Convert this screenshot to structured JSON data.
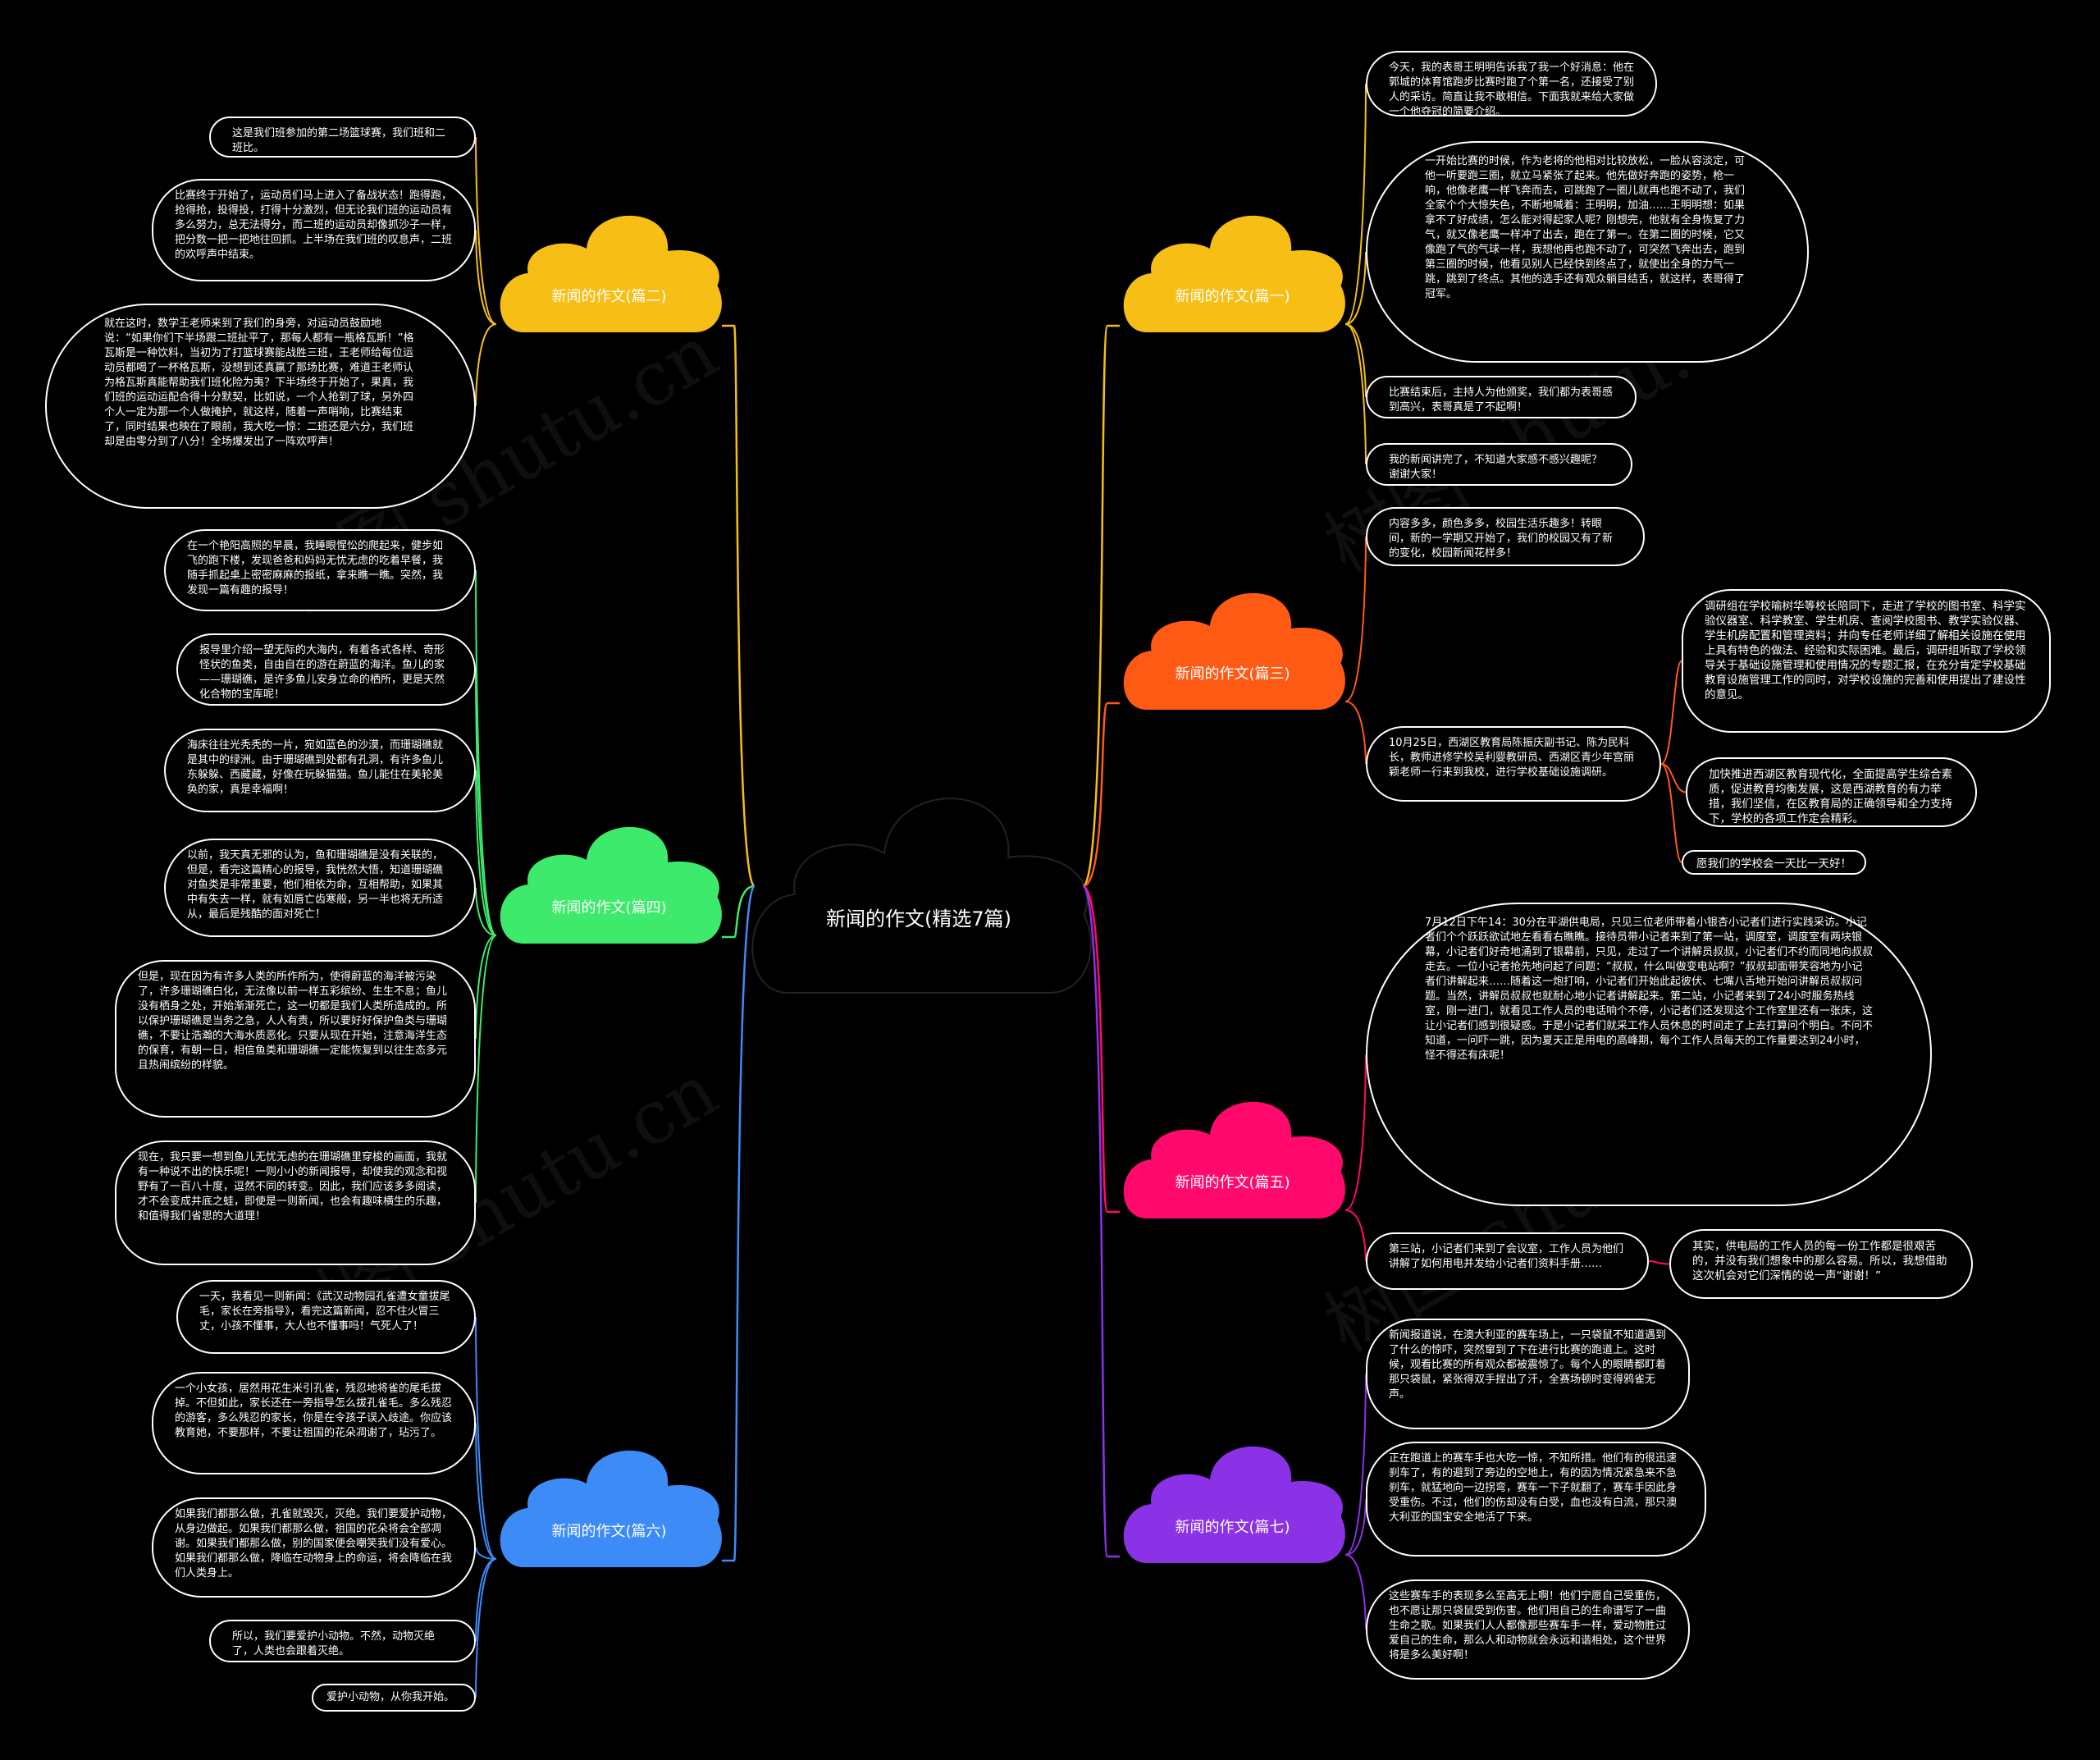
{
  "title": "新闻的作文(精选7篇)",
  "watermark": "树图 shutu.cn",
  "branches": [
    {
      "id": "b1",
      "label": "新闻的作文(篇一)",
      "color": "#f7be16",
      "leaves": [
        "今天，我的表哥王明明告诉我了我一个好消息：他在郭城的体育馆跑步比赛时跑了个第一名，还接受了别人的采访。简直让我不敢相信。下面我就来给大家做一个他夺冠的简要介绍。",
        "一开始比赛的时候，作为老将的他相对比较放松，一脸从容淡定，可他一听要跑三圈，就立马紧张了起来。他先做好奔跑的姿势，枪一响，他像老鹰一样飞奔而去，可跳跑了一圈儿就再也跑不动了，我们全家个个大惊失色，不断地喊着：王明明，加油……王明明想：如果拿不了好成绩，怎么能对得起家人呢？刚想完，他就有全身恢复了力气，就又像老鹰一样冲了出去，跑在了第一。在第二圈的时候，它又像跑了气的气球一样，我想他再也跑不动了，可突然飞奔出去，跑到第三圈的时候，他看见别人已经快到终点了，就使出全身的力气一跳，跳到了终点。其他的选手还有观众躺目结舌，就这样，表哥得了冠军。",
        "比赛结束后，主持人为他颁奖，我们都为表哥感到高兴，表哥真是了不起啊！",
        "我的新闻讲完了，不知道大家感不感兴趣呢？谢谢大家！"
      ]
    },
    {
      "id": "b2",
      "label": "新闻的作文(篇二)",
      "color": "#f7be16",
      "leaves": [
        "这是我们班参加的第二场篮球赛，我们班和二班比。",
        "比赛终于开始了，运动员们马上进入了备战状态！跑得跑，抢得抢，投得投，打得十分激烈，但无论我们班的运动员有多么努力，总无法得分，而二班的运动员却像抓沙子一样，把分数一把一把地往回抓。上半场在我们班的叹息声，二班的欢呼声中结束。",
        "就在这时，数学王老师来到了我们的身旁，对运动员鼓励地说：“如果你们下半场跟二班扯平了，那每人都有一瓶格瓦斯！”格瓦斯是一种饮料，当初为了打篮球赛能战胜三班，王老师给每位运动员都喝了一杯格瓦斯，没想到还真赢了那场比赛，难道王老师认为格瓦斯真能帮助我们班化险为夷？下半场终于开始了，果真，我们班的运动运配合得十分默契，比如说，一个人抢到了球，另外四个人一定为那一个人做掩护，就这样，随着一声哨响，比赛结束了，同时结果也映在了眼前，我大吃一惊：二班还是六分，我们班却是由零分到了八分！全场爆发出了一阵欢呼声！"
      ]
    },
    {
      "id": "b3",
      "label": "新闻的作文(篇三)",
      "color": "#fe5a14",
      "leaves": [
        "内容多多，颜色多多，校园生活乐趣多！转眼间，新的一学期又开始了，我们的校园又有了新的变化，校园新闻花样多！",
        "10月25日，西湖区教育局陈振庆副书记、陈为民科长，教师进修学校吴利婴教研员、西湖区青少年宫丽颖老师一行来到我校，进行学校基础设施调研。"
      ],
      "subleaves": [
        "调研组在学校喻树华等校长陪同下，走进了学校的图书室、科学实验仪器室、科学教室、学生机房、查阅学校图书、教学实验仪器、学生机房配置和管理资料；并向专任老师详细了解相关设施在使用上具有特色的做法、经验和实际困难。最后，调研组听取了学校领导关于基础设施管理和使用情况的专题汇报，在充分肯定学校基础教育设施管理工作的同时，对学校设施的完善和使用提出了建设性的意见。",
        "加快推进西湖区教育现代化，全面提高学生综合素质，促进教育均衡发展，这是西湖教育的有力举措，我们坚信，在区教育局的正确领导和全力支持下，学校的各项工作定会精彩。",
        "愿我们的学校会一天比一天好！"
      ]
    },
    {
      "id": "b4",
      "label": "新闻的作文(篇四)",
      "color": "#3dea6c",
      "leaves": [
        "在一个艳阳高照的早晨，我睡眼惺忪的爬起来，健步如飞的跑下楼，发现爸爸和妈妈无忧无虑的吃着早餐，我随手抓起桌上密密麻麻的报纸，拿来瞧一瞧。突然，我发现一篇有趣的报导！",
        "报导里介绍一望无际的大海内，有着各式各样、奇形怪状的鱼类，自由自在的游在蔚蓝的海洋。鱼儿的家——珊瑚礁，是许多鱼儿安身立命的栖所，更是天然化合物的宝库呢！",
        "海床往往光秃秃的一片，宛如蓝色的沙漠，而珊瑚礁就是其中的绿洲。由于珊瑚礁到处都有孔洞，有许多鱼儿东躲躲、西藏藏，好像在玩躲猫猫。鱼儿能住在美轮美奂的家，真是幸福啊！",
        "以前，我天真无邪的认为，鱼和珊瑚礁是没有关联的，但是，看完这篇精心的报导，我恍然大悟，知道珊瑚礁对鱼类是非常重要，他们相依为命，互相帮助，如果其中有失去一样，就有如唇亡齿寒般，另一半也将无所适从，最后是残酷的面对死亡！",
        "但是，现在因为有许多人类的所作所为，使得蔚蓝的海洋被污染了，许多珊瑚礁白化，无法像以前一样五彩缤纷、生生不息；鱼儿没有栖身之处，开始渐渐死亡，这一切都是我们人类所造成的。所以保护珊瑚礁是当务之急，人人有责，所以要好好保护鱼类与珊瑚礁，不要让浩瀚的大海水质恶化。只要从现在开始，注意海洋生态的保育，有朝一日，相信鱼类和珊瑚礁一定能恢复到以往生态多元且热闹缤纷的样貌。",
        "现在，我只要一想到鱼儿无忧无虑的在珊瑚礁里穿梭的画面，我就有一种说不出的快乐呢！一则小小的新闻报导，却使我的观念和视野有了一百八十度，逗然不同的转变。因此，我们应该多多阅读，才不会变成井底之蛙，即使是一则新闻，也会有趣味横生的乐趣，和值得我们省思的大道理！"
      ]
    },
    {
      "id": "b5",
      "label": "新闻的作文(篇五)",
      "color": "#ff0a6c",
      "leaves": [
        "7月12日下午14：30分在平湖供电局，只见三位老师带着小银杏小记者们进行实践采访。小记者们个个跃跃欲试地左看看右瞧瞧。接待员带小记者来到了第一站，调度室，调度室有两块银幕，小记者们好奇地涌到了银幕前，只见，走过了一个讲解员叔叔，小记者们不约而同地向叔叔走去。一位小记者抢先地问起了问题：“叔叔，什么叫做变电站啊？”叔叔却面带笑容地为小记者们讲解起来……随着这一炮打响，小记者们开始此起彼伏、七嘴八舌地开始问讲解员叔叔问题。当然，讲解员叔叔也就耐心地小记者讲解起来。第二站，小记者来到了24小时服务热线室，刚一进门，就看见工作人员的电话响个不停，小记者们还发现这个工作室里还有一张床，这让小记者们感到很疑惑。于是小记者们就采工作人员休息的时间走了上去打算问个明白。不问不知道，一问吓一跳，因为夏天正是用电的高峰期，每个工作人员每天的工作量要达到24小时，怪不得还有床呢！",
        "第三站，小记者们来到了会议室，工作人员为他们讲解了如何用电并发给小记者们资料手册……"
      ],
      "subleaves": [
        "其实，供电局的工作人员的每一份工作都是很艰苦的，并没有我们想象中的那么容易。所以，我想借助这次机会对它们深情的说一声“谢谢！”"
      ]
    },
    {
      "id": "b6",
      "label": "新闻的作文(篇六)",
      "color": "#3d8bf7",
      "leaves": [
        "一天，我看见一则新闻：《武汉动物园孔雀遭女童拔尾毛，家长在旁指导》，看完这篇新闻，忍不住火冒三丈，小孩不懂事，大人也不懂事吗！气死人了！",
        "一个小女孩，居然用花生米引孔雀，残忍地将雀的尾毛拔掉。不但如此，家长还在一旁指导怎么拔孔雀毛。多么残忍的游客，多么残忍的家长，你是在令孩子误入歧途。你应该教育她，不要那样，不要让祖国的花朵凋谢了，玷污了。",
        "如果我们都那么做，孔雀就毁灭，灭绝。我们要爱护动物，从身边做起。如果我们都那么做，祖国的花朵将会全部凋谢。如果我们都那么做，别的国家便会嘲笑我们没有爱心。如果我们都那么做，降临在动物身上的命运，将会降临在我们人类身上。",
        "所以，我们要爱护小动物。不然，动物灭绝了，人类也会跟着灭绝。",
        "爱护小动物，从你我开始。"
      ]
    },
    {
      "id": "b7",
      "label": "新闻的作文(篇七)",
      "color": "#8b32e6",
      "leaves": [
        "新闻报道说，在澳大利亚的赛车场上，一只袋鼠不知道遇到了什么的惊吓，突然窜到了下在进行比赛的跑道上。这时候，观看比赛的所有观众都被震惊了。每个人的眼睛都盯着那只袋鼠，紧张得双手捏出了汗，全赛场顿时变得鸦雀无声。",
        "正在跑道上的赛车手也大吃一惊，不知所措。他们有的很迅速刹车了，有的避到了旁边的空地上，有的因为情况紧急来不急刹车，就猛地向一边拐弯，赛车一下子就翻了，赛车手因此身受重伤。不过，他们的伤却没有白受，血也没有白流，那只澳大利亚的国宝安全地活了下来。",
        "这些赛车手的表现多么至高无上啊！他们宁愿自己受重伤，也不愿让那只袋鼠受到伤害。他们用自己的生命谱写了一曲生命之歌。如果我们人人都像那些赛车手一样，爱动物胜过爱自己的生命，那么人和动物就会永远和谐相处，这个世界将是多么美好啊！"
      ]
    }
  ]
}
